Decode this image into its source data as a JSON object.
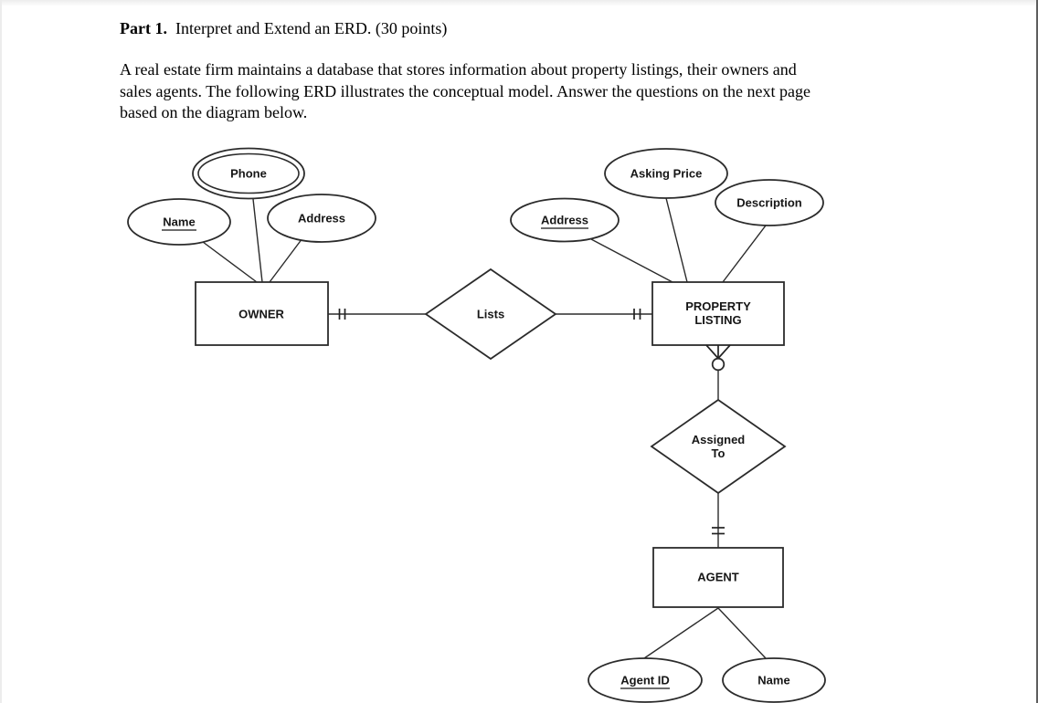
{
  "doc": {
    "heading_bold": "Part 1.",
    "heading_rest": "Interpret and Extend an ERD. (30 points)",
    "body_lines": [
      "A real estate firm maintains a database that stores information about property listings, their owners and",
      "sales agents. The following ERD illustrates the conceptual model. Answer the questions on the next page",
      "based on the diagram below."
    ]
  },
  "erd": {
    "entities": {
      "owner": {
        "label": "OWNER"
      },
      "property_listing": {
        "label_line1": "PROPERTY",
        "label_line2": "LISTING"
      },
      "agent": {
        "label": "AGENT"
      }
    },
    "relationships": {
      "lists": {
        "label": "Lists",
        "owner_side_notation": "one (double tick)",
        "listing_side_notation": "one (double tick)"
      },
      "assigned_to": {
        "label_line1": "Assigned",
        "label_line2": "To",
        "listing_side_notation": "zero or many (circle + crow's foot)",
        "agent_side_notation": "one (double tick)"
      }
    },
    "attributes": {
      "owner_name": {
        "label": "Name",
        "key": true
      },
      "owner_phone": {
        "label": "Phone",
        "multivalued": true
      },
      "owner_address": {
        "label": "Address"
      },
      "listing_address": {
        "label": "Address",
        "key": true
      },
      "listing_asking_price": {
        "label": "Asking Price"
      },
      "listing_description": {
        "label": "Description"
      },
      "agent_id": {
        "label": "Agent ID",
        "key": true
      },
      "agent_name": {
        "label": "Name"
      }
    }
  },
  "colors": {
    "diagram_line": "#2b2b2b",
    "diagram_text": "#161616",
    "page_right_edge": "#5e5e5e"
  }
}
